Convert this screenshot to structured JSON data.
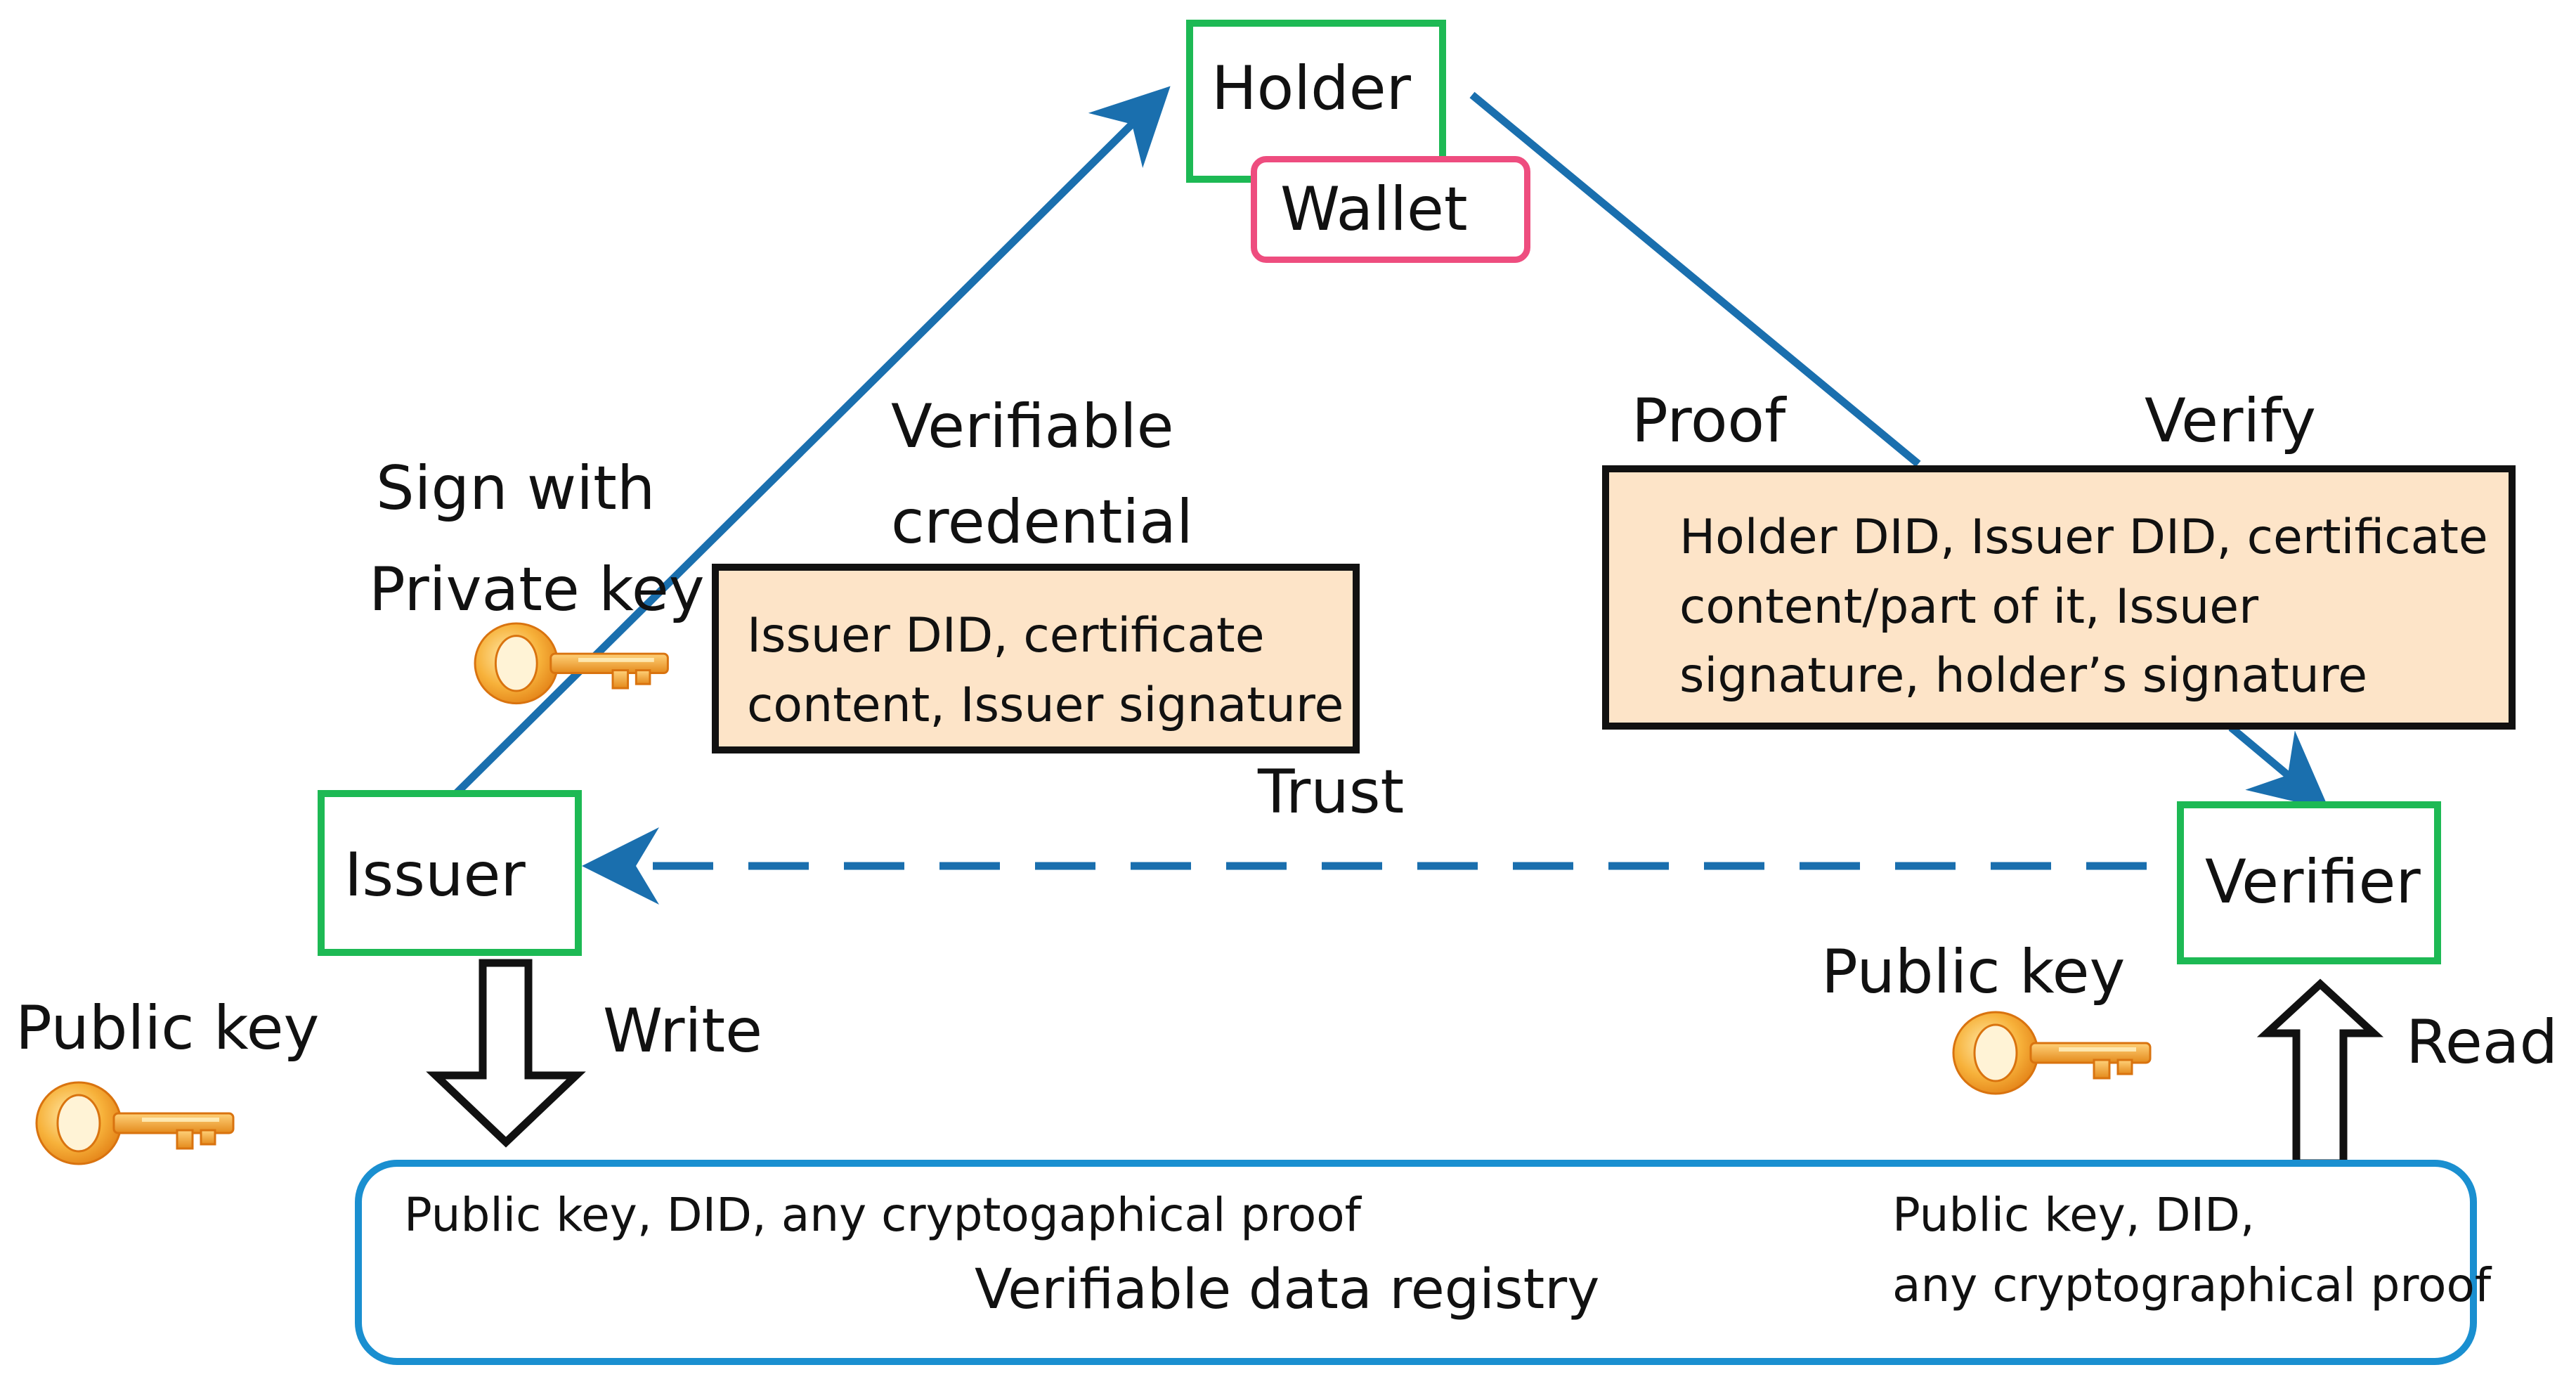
{
  "holder": {
    "label": "Holder"
  },
  "wallet": {
    "label": "Wallet"
  },
  "issuer": {
    "label": "Issuer"
  },
  "verifier": {
    "label": "Verifier"
  },
  "labels": {
    "sign_with": "Sign with",
    "private_key": "Private key",
    "verifiable": "Verifiable",
    "credential": "credential",
    "proof": "Proof",
    "verify": "Verify",
    "trust": "Trust",
    "write": "Write",
    "read": "Read",
    "public_key_left": "Public key",
    "public_key_right": "Public key"
  },
  "credential_box": {
    "line1": "Issuer DID, certificate",
    "line2": "content, Issuer signature"
  },
  "proof_box": {
    "line1": "Holder DID, Issuer DID, certificate",
    "line2": "content/part of it, Issuer",
    "line3": "signature, holder’s signature"
  },
  "registry": {
    "title": "Verifiable data registry",
    "left_text": "Public key, DID, any cryptogaphical proof",
    "right_line1": "Public key, DID,",
    "right_line2": "any cryptographical proof"
  },
  "icons": [
    "key-icon",
    "key-icon",
    "key-icon"
  ],
  "colors": {
    "node_border": "#1db954",
    "wallet_border": "#ee4d7f",
    "arrow_blue": "#1a6fae",
    "registry_border": "#1a8fd0",
    "note_fill": "#fde4c8",
    "key_orange": "#f5a623"
  }
}
